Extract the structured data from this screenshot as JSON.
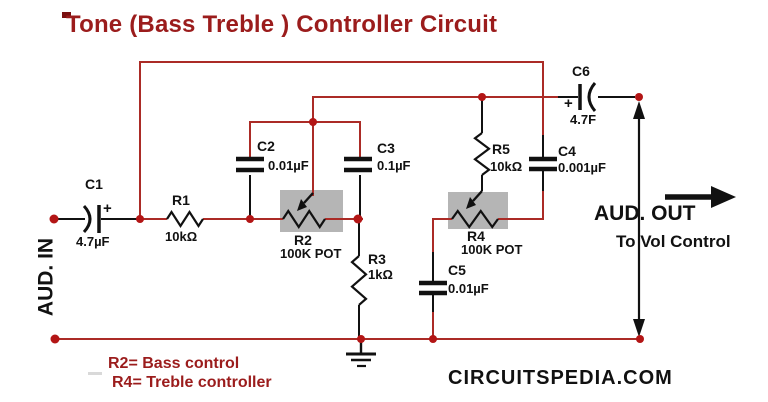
{
  "title": "Tone (Bass Treble ) Controller Circuit",
  "io": {
    "input_label": "AUD. IN",
    "output_label": "AUD. OUT",
    "output_sub": "To Vol Control"
  },
  "components": {
    "c1": {
      "ref": "C1",
      "value": "4.7µF",
      "polarity": "+"
    },
    "r1": {
      "ref": "R1",
      "value": "10kΩ"
    },
    "c2": {
      "ref": "C2",
      "value": "0.01µF"
    },
    "c3": {
      "ref": "C3",
      "value": "0.1µF"
    },
    "r2": {
      "ref": "R2",
      "value": "100K POT"
    },
    "r3": {
      "ref": "R3",
      "value": "1kΩ"
    },
    "r4": {
      "ref": "R4",
      "value": "100K POT"
    },
    "r5": {
      "ref": "R5",
      "value": "10kΩ"
    },
    "c4": {
      "ref": "C4",
      "value": "0.001µF"
    },
    "c5": {
      "ref": "C5",
      "value": "0.01µF"
    },
    "c6": {
      "ref": "C6",
      "value": "4.7F",
      "polarity": "+"
    }
  },
  "notes": {
    "r2": "R2= Bass control",
    "r4": "R4= Treble controller"
  },
  "watermark": "CIRCUITSPEDIA.COM",
  "colors": {
    "wire": "#ab2b26",
    "junction_dot": "#b31515",
    "title_text": "#9b1c1c",
    "pot_box": "#b5b5b5",
    "component": "#111111"
  }
}
